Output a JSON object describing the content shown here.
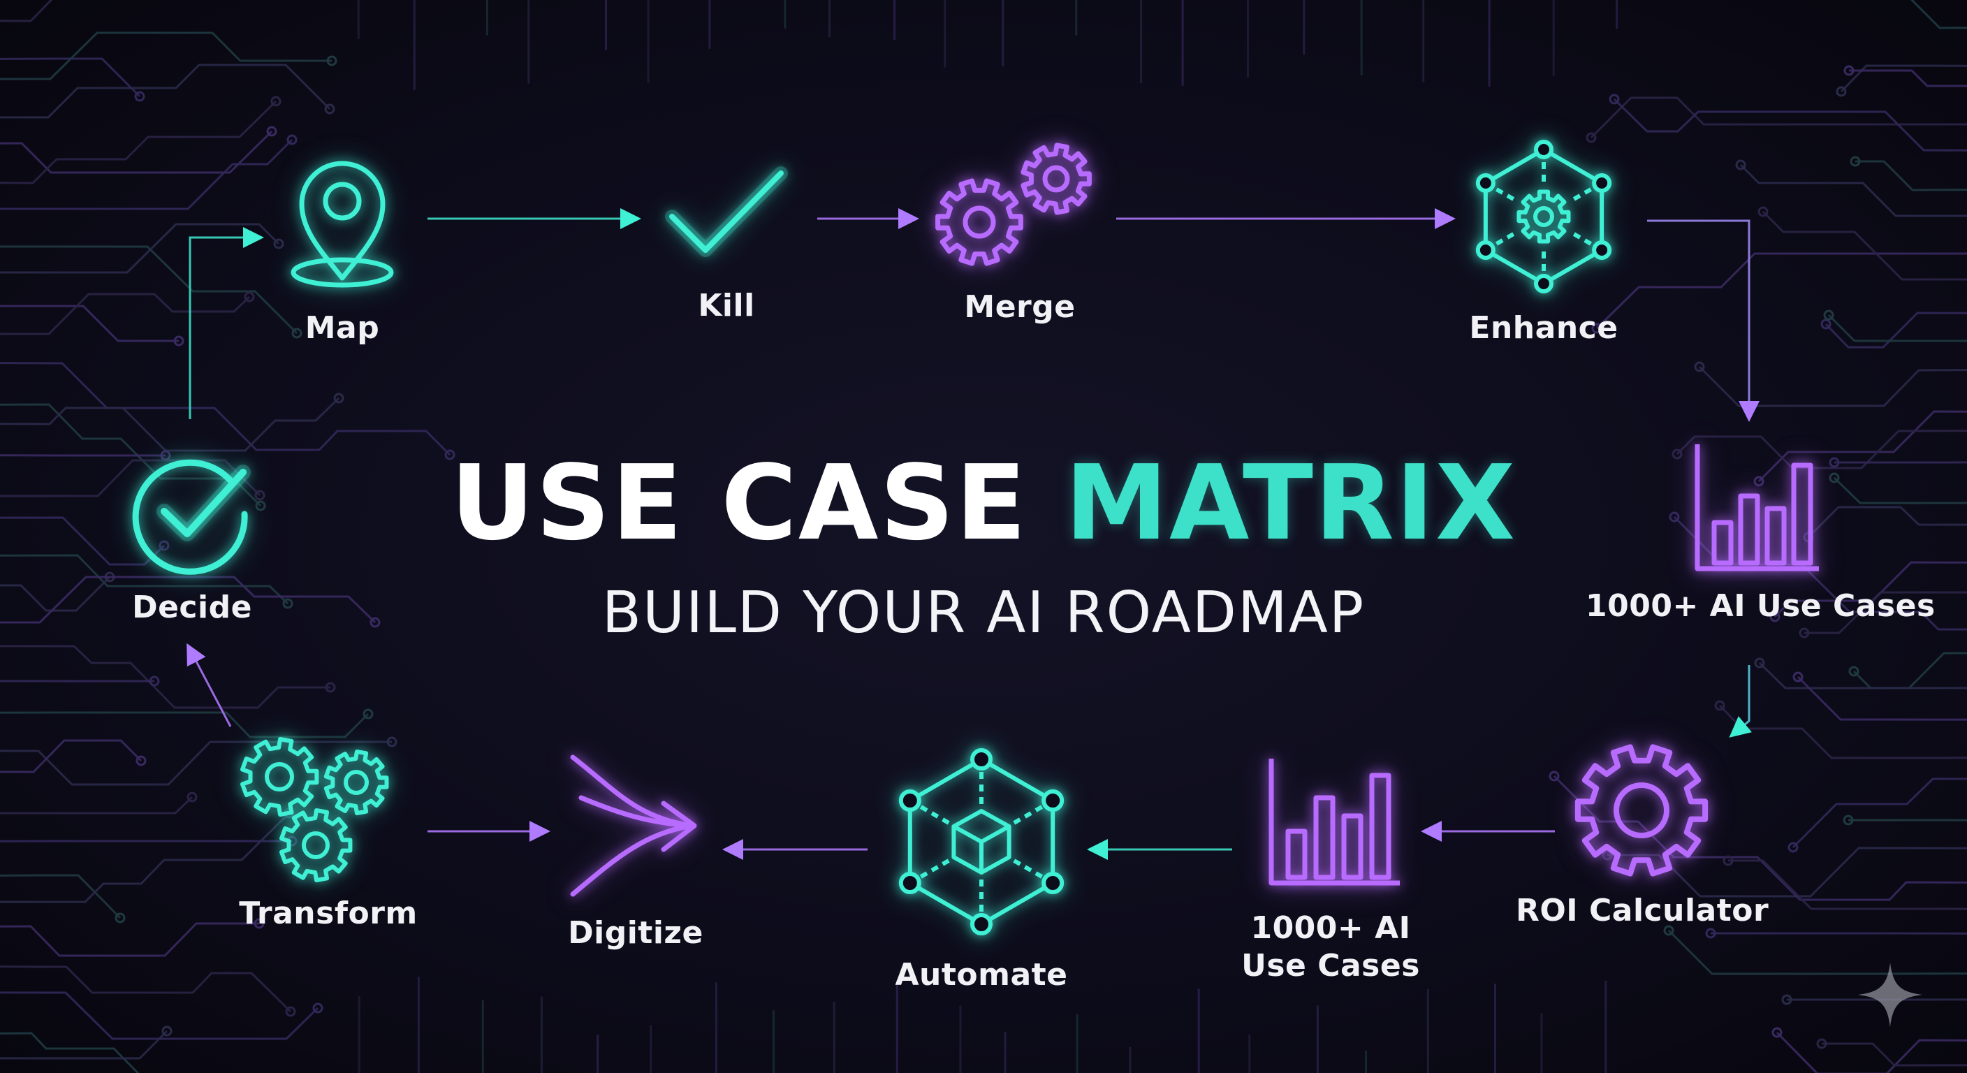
{
  "title": {
    "part1": "USE CASE",
    "part2": "MATRIX"
  },
  "subtitle": "BUILD YOUR AI ROADMAP",
  "colors": {
    "teal": "#3ff0d4",
    "purple": "#b86cff",
    "background": "#0b0a16",
    "text": "#f2f2f6"
  },
  "nodes": {
    "map": {
      "label": "Map",
      "icon": "map-pin-icon"
    },
    "kill": {
      "label": "Kill",
      "icon": "checkmark-icon"
    },
    "merge": {
      "label": "Merge",
      "icon": "gears-icon"
    },
    "enhance": {
      "label": "Enhance",
      "icon": "network-hexagon-gear-icon"
    },
    "usecases_top": {
      "label": "1000+ AI Use Cases",
      "icon": "bar-chart-icon"
    },
    "roi": {
      "label": "ROI Calculator",
      "icon": "gear-icon"
    },
    "usecases_bottom": {
      "label": "1000+ AI Use Cases",
      "icon": "bar-chart-icon"
    },
    "automate": {
      "label": "Automate",
      "icon": "network-cube-icon"
    },
    "digitize": {
      "label": "Digitize",
      "icon": "merge-arrows-icon"
    },
    "transform": {
      "label": "Transform",
      "icon": "three-gears-icon"
    },
    "decide": {
      "label": "Decide",
      "icon": "check-circle-icon"
    }
  },
  "corner_icon": "sparkle-icon"
}
